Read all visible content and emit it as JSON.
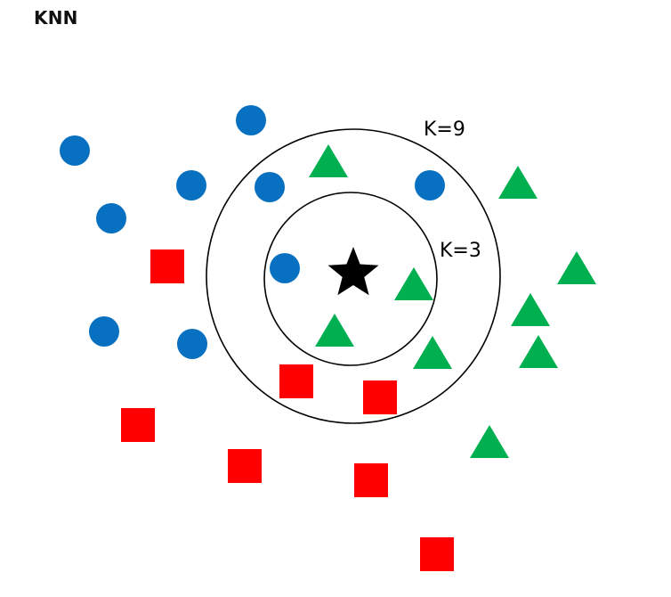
{
  "title": "KNN",
  "labels": {
    "k_outer": "K=9",
    "k_inner": "K=3"
  },
  "colors": {
    "circle_class": "#0870c0",
    "square_class": "#ff0000",
    "triangle_class": "#00b050",
    "query": "#000000",
    "ring": "#000000"
  },
  "icons": {
    "query": "star-icon",
    "class_a": "circle-icon",
    "class_b": "square-icon",
    "class_c": "triangle-icon"
  }
}
